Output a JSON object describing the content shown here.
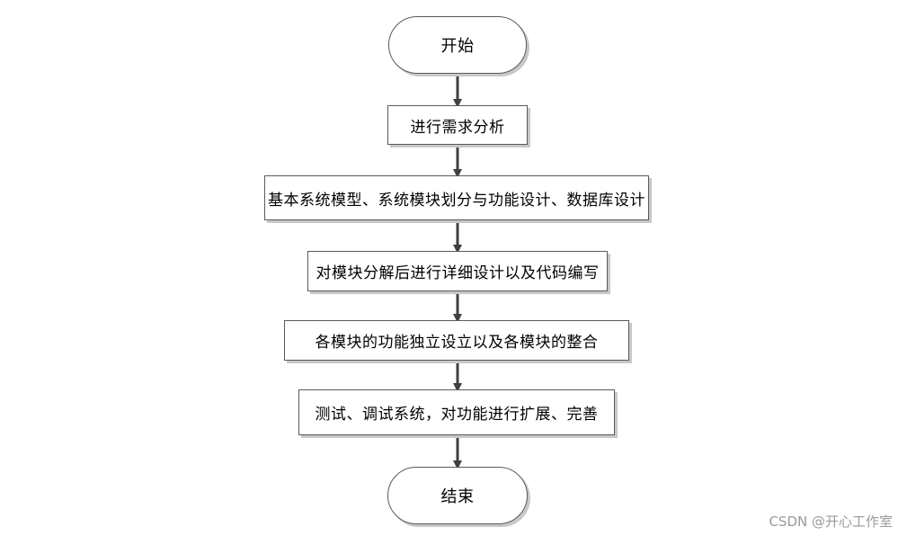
{
  "flowchart": {
    "start": "开始",
    "steps": [
      "进行需求分析",
      "基本系统模型、系统模块划分与功能设计、数据库设计",
      "对模块分解后进行详细设计以及代码编写",
      "各模块的功能独立设立以及各模块的整合",
      "测试、调试系统，对功能进行扩展、完善"
    ],
    "end": "结束"
  },
  "watermark": "CSDN @开心工作室",
  "colors": {
    "border": "#5a5a5a",
    "arrow": "#404040",
    "shadow": "#c8c8c8",
    "watermark": "#9a9a9a"
  }
}
